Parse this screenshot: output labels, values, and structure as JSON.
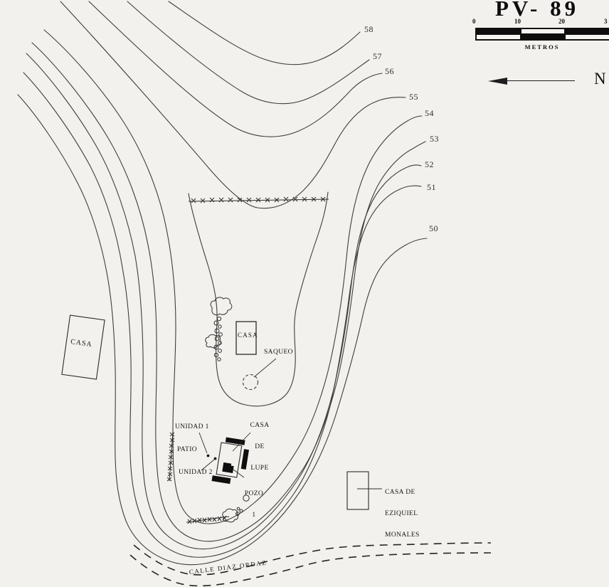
{
  "title": "PV- 89",
  "scale_bar": {
    "ticks": [
      "0",
      "10",
      "20",
      "3"
    ],
    "unit": "METROS"
  },
  "north": {
    "label": "N"
  },
  "contour_labels": [
    "58",
    "57",
    "56",
    "55",
    "54",
    "53",
    "52",
    "51",
    "50"
  ],
  "site": {
    "casa_left": "CASA",
    "casa_center": "CASA",
    "saqueo": "SAQUEO",
    "lupe": [
      "CASA",
      "DE",
      "LUPE"
    ],
    "unidad1": "UNIDAD 1",
    "patio": "PATIO",
    "unidad2": "UNIDAD 2",
    "pozo": [
      "POZO",
      "1"
    ],
    "eziquiel": [
      "CASA DE",
      "EZIQUIEL",
      "MONALES"
    ],
    "calle": "CALLE DIAZ ORDAZ"
  }
}
